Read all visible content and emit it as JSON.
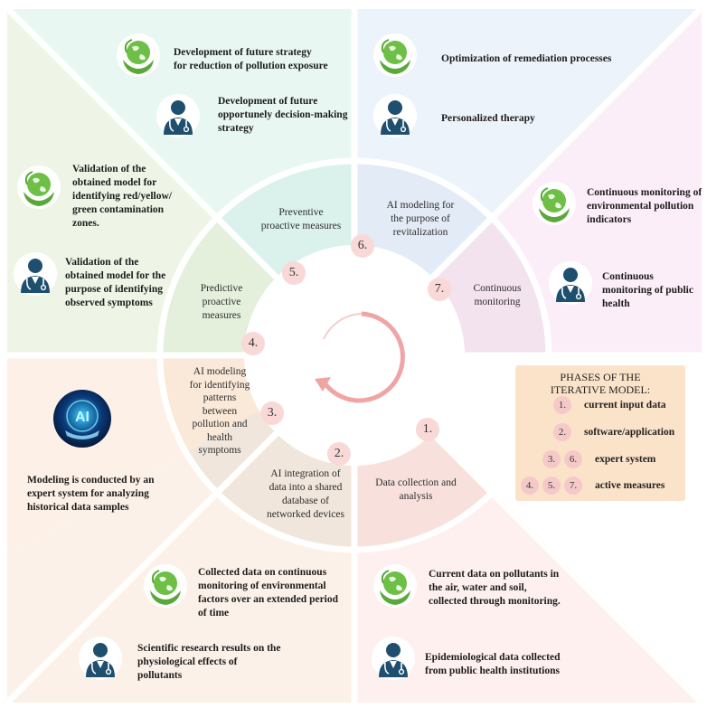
{
  "sectors": {
    "s1": {
      "number": "1.",
      "label": [
        "Data collection and",
        "analysis"
      ],
      "outer": [
        "Current data on pollutants in",
        "the air, water and soil,",
        "collected through monitoring."
      ],
      "outer2": [
        "Epidemiological data collected",
        "from public health institutions"
      ]
    },
    "s2": {
      "number": "2.",
      "label": [
        "AI integration of",
        "data into a shared",
        "database of",
        "networked devices"
      ],
      "outer": [
        "Collected data on continuous",
        "monitoring of environmental",
        "factors over an extended period",
        "of time"
      ],
      "outer2": [
        "Scientific research results on the",
        "physiological effects of",
        "pollutants"
      ]
    },
    "s3": {
      "number": "3.",
      "label": [
        "AI modeling",
        "for identifying",
        "patterns",
        "between",
        "pollution and",
        "health",
        "symptoms"
      ],
      "outer": [
        "Modeling is conducted by an",
        "expert system for analyzing",
        "historical data samples"
      ]
    },
    "s4": {
      "number": "4.",
      "label": [
        "Predictive",
        "proactive",
        "measures"
      ],
      "outer": [
        "Validation of the",
        "obtained model for",
        "identifying red/yellow/",
        "green contamination",
        "zones."
      ],
      "outer2": [
        "Validation of the",
        "obtained model for the",
        "purpose of identifying",
        "observed symptoms"
      ]
    },
    "s5": {
      "number": "5.",
      "label": [
        "Preventive",
        "proactive measures"
      ],
      "outer": [
        "Development of future strategy",
        "for reduction of pollution exposure"
      ],
      "outer2": [
        "Development of future",
        "opportunely decision-making",
        "strategy"
      ]
    },
    "s6": {
      "number": "6.",
      "label": [
        "AI modeling for",
        "the purpose of",
        "revitalization"
      ],
      "outer": [
        "Optimization of remediation processes"
      ],
      "outer2": [
        "Personalized therapy"
      ]
    },
    "s7": {
      "number": "7.",
      "label": [
        "Continuous",
        "monitoring"
      ],
      "outer": [
        "Continuous monitoring of",
        "environmental pollution",
        "indicators"
      ],
      "outer2": [
        "Continuous",
        "monitoring of public",
        "health"
      ]
    }
  },
  "ai_badge": "AI",
  "legend": {
    "title": [
      "PHASES OF THE",
      "ITERATIVE MODEL:"
    ],
    "items": [
      {
        "nums": [
          "1."
        ],
        "text": "current input data"
      },
      {
        "nums": [
          "2."
        ],
        "text": "software/application"
      },
      {
        "nums": [
          "3.",
          "6."
        ],
        "text": "expert system"
      },
      {
        "nums": [
          "4.",
          "5.",
          "7."
        ],
        "text": "active measures"
      }
    ]
  },
  "colors": {
    "s1_outer": "#fdf0ee",
    "s1_inner": "#f8e1dd",
    "s2_outer": "#fcf1e8",
    "s2_inner": "#f1e6db",
    "s3_outer": "#fdf0e6",
    "s3_inner": "#fae9d8",
    "s4_outer": "#eef5e6",
    "s4_inner": "#e4efdc",
    "s5_outer": "#e9f7f3",
    "s5_inner": "#dbf1ec",
    "s6_outer": "#edf3fb",
    "s6_inner": "#e3ebf6",
    "s7_outer": "#fbeef8",
    "s7_inner": "#f3e3ef",
    "globe_green": "#6dbf45",
    "hand_green": "#5aa83a",
    "doctor_blue": "#1f4f6e",
    "arrow": "#f2a8a8",
    "number_bg": "#f9d8d8"
  },
  "icons": [
    "earth-hand-icon",
    "doctor-icon",
    "ai-hand-icon",
    "cycle-arrow-icon"
  ]
}
